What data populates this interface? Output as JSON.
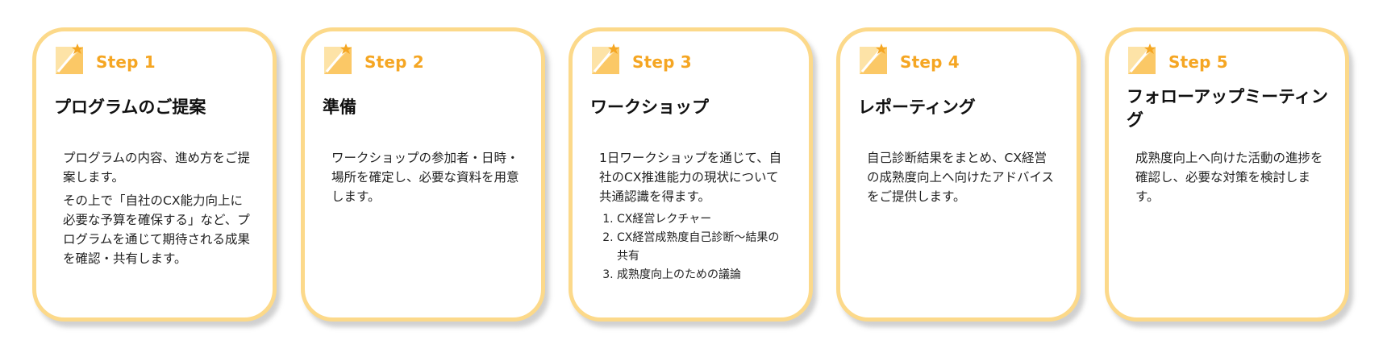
{
  "theme": {
    "accent": "#f5a623",
    "border": "#fcd98a",
    "text": "#111111"
  },
  "steps": [
    {
      "label": "Step 1",
      "icon": "magic-wand-icon",
      "title": "プログラムのご提案",
      "paragraphs": [
        "プログラムの内容、進め方をご提案します。",
        "その上で「自社のCX能力向上に必要な予算を確保する」など、プログラムを通じて期待される成果を確認・共有します。"
      ]
    },
    {
      "label": "Step 2",
      "icon": "magic-wand-icon",
      "title": "準備",
      "paragraphs": [
        "ワークショップの参加者・日時・場所を確定し、必要な資料を用意します。"
      ]
    },
    {
      "label": "Step 3",
      "icon": "magic-wand-icon",
      "title": "ワークショップ",
      "paragraphs": [
        "1日ワークショップを通じて、自社のCX推進能力の現状について共通認識を得ます。"
      ],
      "list": [
        "CX経営レクチャー",
        "CX経営成熟度自己診断〜結果の共有",
        "成熟度向上のための議論"
      ]
    },
    {
      "label": "Step 4",
      "icon": "magic-wand-icon",
      "title": "レポーティング",
      "paragraphs": [
        "自己診断結果をまとめ、CX経営の成熟度向上へ向けたアドバイスをご提供します。"
      ]
    },
    {
      "label": "Step 5",
      "icon": "magic-wand-icon",
      "title": "フォローアップミーティング",
      "paragraphs": [
        "成熟度向上へ向けた活動の進捗を確認し、必要な対策を検討します。"
      ]
    }
  ]
}
